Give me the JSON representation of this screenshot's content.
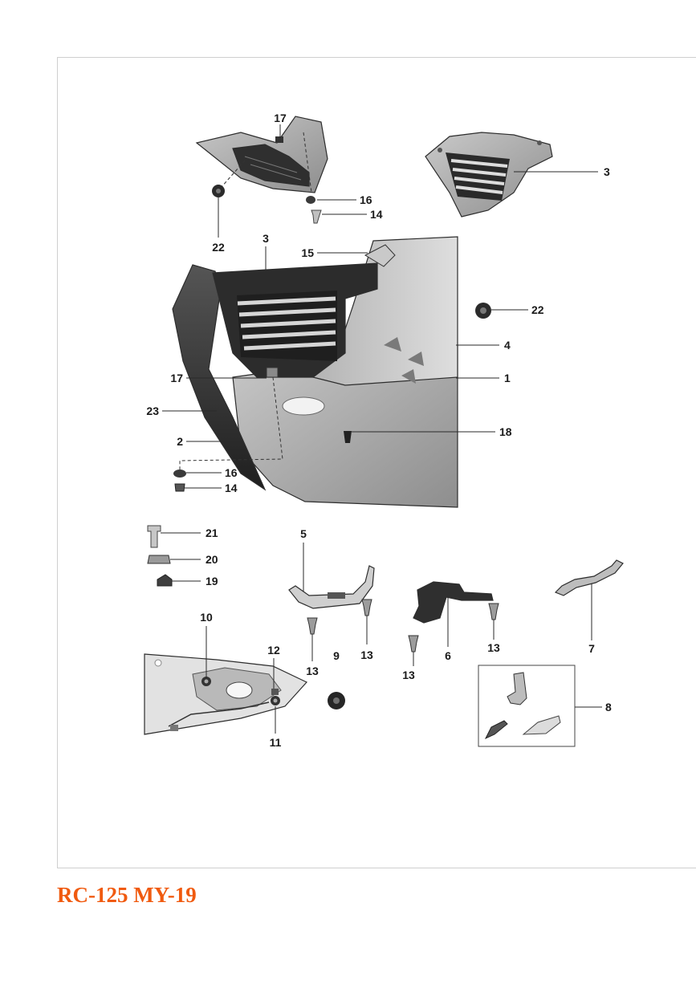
{
  "colors": {
    "accent": "#f05a0f",
    "ink": "#1a1a1a",
    "frame": "#cfcfcf",
    "part_light": "#d9d9d9",
    "part_mid": "#a9a9a9",
    "part_dark": "#3a3a3a"
  },
  "model_title": "RC-125 MY-19",
  "callouts": {
    "c1": "1",
    "c2": "2",
    "c3a": "3",
    "c3b": "3",
    "c4": "4",
    "c5": "5",
    "c6": "6",
    "c7": "7",
    "c8": "8",
    "c9": "9",
    "c10": "10",
    "c11": "11",
    "c12": "12",
    "c13a": "13",
    "c13b": "13",
    "c13c": "13",
    "c13d": "13",
    "c14a": "14",
    "c14b": "14",
    "c15": "15",
    "c16a": "16",
    "c16b": "16",
    "c17a": "17",
    "c17b": "17",
    "c18": "18",
    "c19": "19",
    "c20": "20",
    "c21": "21",
    "c22a": "22",
    "c22b": "22",
    "c23": "23"
  }
}
